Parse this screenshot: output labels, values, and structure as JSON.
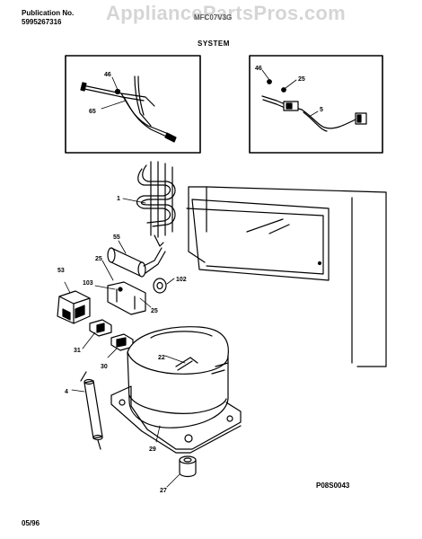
{
  "header": {
    "publication_label": "Publication No.",
    "publication_number": "5995267316",
    "model": "MFC07V3G",
    "section_title": "SYSTEM"
  },
  "watermark": "AppliancePartsPros.com",
  "footer": {
    "date": "05/96",
    "diagram_code": "P08S0043"
  },
  "callouts": {
    "c46a": "46",
    "c65": "65",
    "c46b": "46",
    "c25a": "25",
    "c5": "5",
    "c1": "1",
    "c55": "55",
    "c25b": "25",
    "c53": "53",
    "c103": "103",
    "c102": "102",
    "c25c": "25",
    "c31": "31",
    "c30": "30",
    "c22": "22",
    "c4": "4",
    "c29": "29",
    "c27": "27"
  }
}
